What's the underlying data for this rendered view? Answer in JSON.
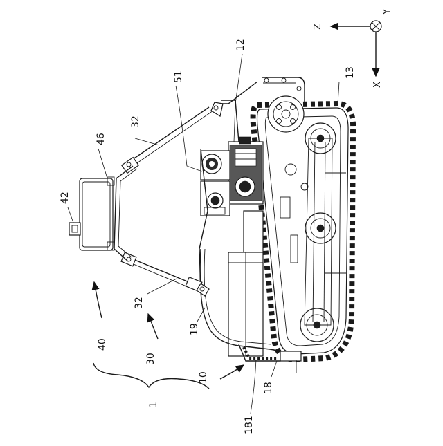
{
  "axes": {
    "z": "Z",
    "y": "Y",
    "x": "X"
  },
  "labels": {
    "l1": "1",
    "l10": "10",
    "l12": "12",
    "l13": "13",
    "l18": "18",
    "l181": "181",
    "l19": "19",
    "l30": "30",
    "l32a": "32",
    "l32b": "32",
    "l40": "40",
    "l42": "42",
    "l46": "46",
    "l51": "51"
  }
}
